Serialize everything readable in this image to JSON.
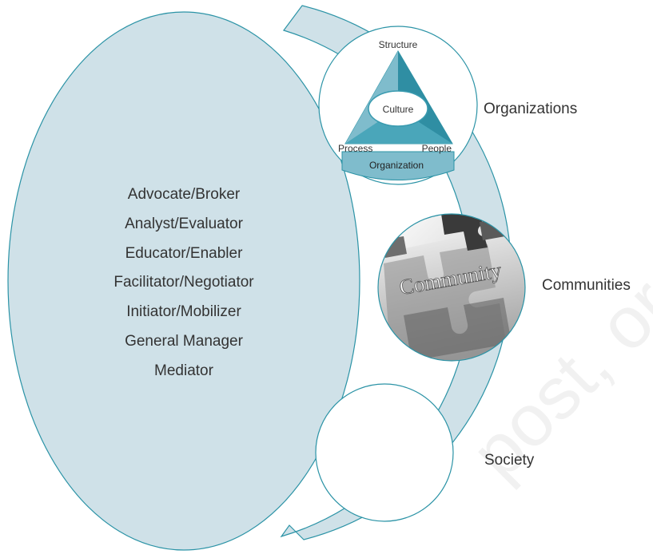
{
  "roles": [
    "Advocate/Broker",
    "Analyst/Evaluator",
    "Educator/Enabler",
    "Facilitator/Negotiator",
    "Initiator/Mobilizer",
    "General Manager",
    "Mediator"
  ],
  "levels": {
    "organizations": "Organizations",
    "communities": "Communities",
    "society": "Society"
  },
  "organization_model": {
    "top": "Structure",
    "center": "Culture",
    "left": "Process",
    "right": "People",
    "base": "Organization"
  },
  "community_image": {
    "word": "Community",
    "icon": "puzzle-pieces-image"
  },
  "watermark": "post, or distribute",
  "colors": {
    "oval_fill": "#cfe1e8",
    "teal_stroke": "#2b93a6",
    "teal_dark": "#3a9bb0",
    "teal_mid": "#7fbccc",
    "teal_light": "#a3cfd9"
  }
}
